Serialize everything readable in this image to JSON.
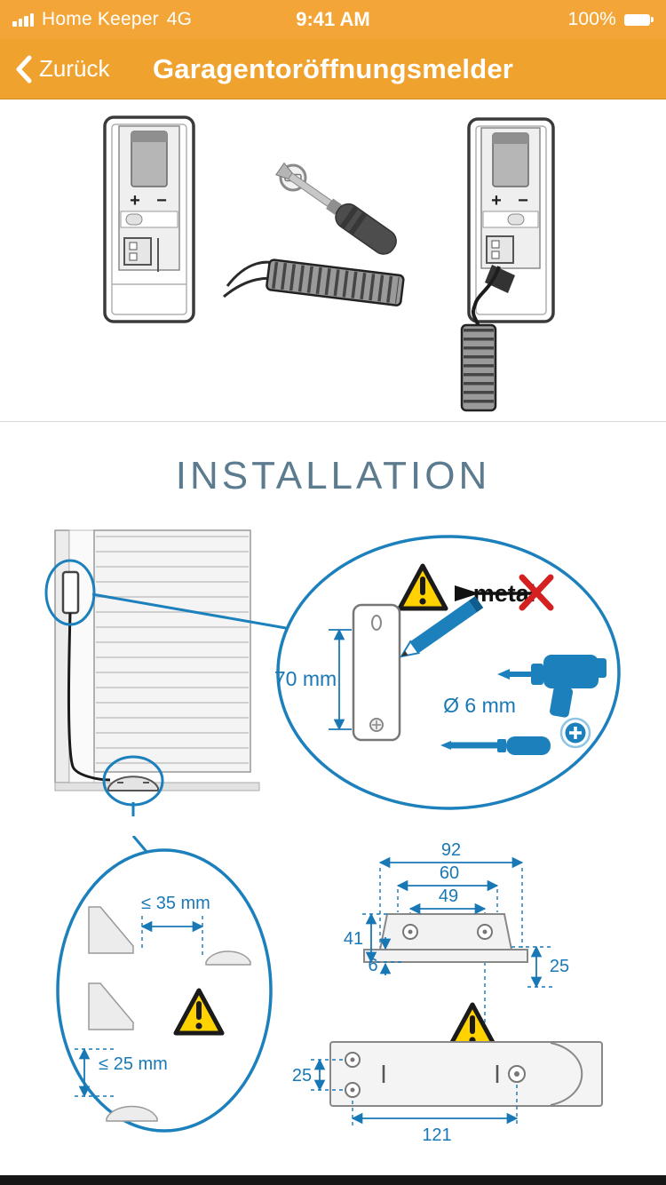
{
  "status_bar": {
    "carrier": "Home Keeper",
    "network": "4G",
    "time": "9:41 AM",
    "battery_percent": "100%"
  },
  "nav_bar": {
    "back_label": "Zurück",
    "title": "Garagentoröffnungsmelder"
  },
  "device_steps": {
    "battery_plus": "+",
    "battery_minus": "−"
  },
  "installation": {
    "heading": "INSTALLATION",
    "drill_callout": {
      "metal_warning": "metal",
      "hole_height": "70 mm",
      "drill_diameter": "Ø 6 mm"
    },
    "gap_callout": {
      "max_side_gap": "≤ 35 mm",
      "max_top_gap": "≤ 25 mm"
    },
    "dimensions": {
      "bracket_width_outer": "92",
      "bracket_width_mid": "60",
      "bracket_hole_spacing": "49",
      "bracket_height": "41",
      "flange_thickness": "6",
      "flange_depth": "25",
      "magnet_hole_spacing": "25",
      "magnet_length": "121"
    }
  },
  "colors": {
    "header_yellow": "#F3A637",
    "accent_blue": "#1C80BC",
    "dimension_blue": "#1878B6",
    "warning_yellow": "#FFD200",
    "warning_red": "#D42020",
    "heading_gray_blue": "#5D7B8E"
  }
}
